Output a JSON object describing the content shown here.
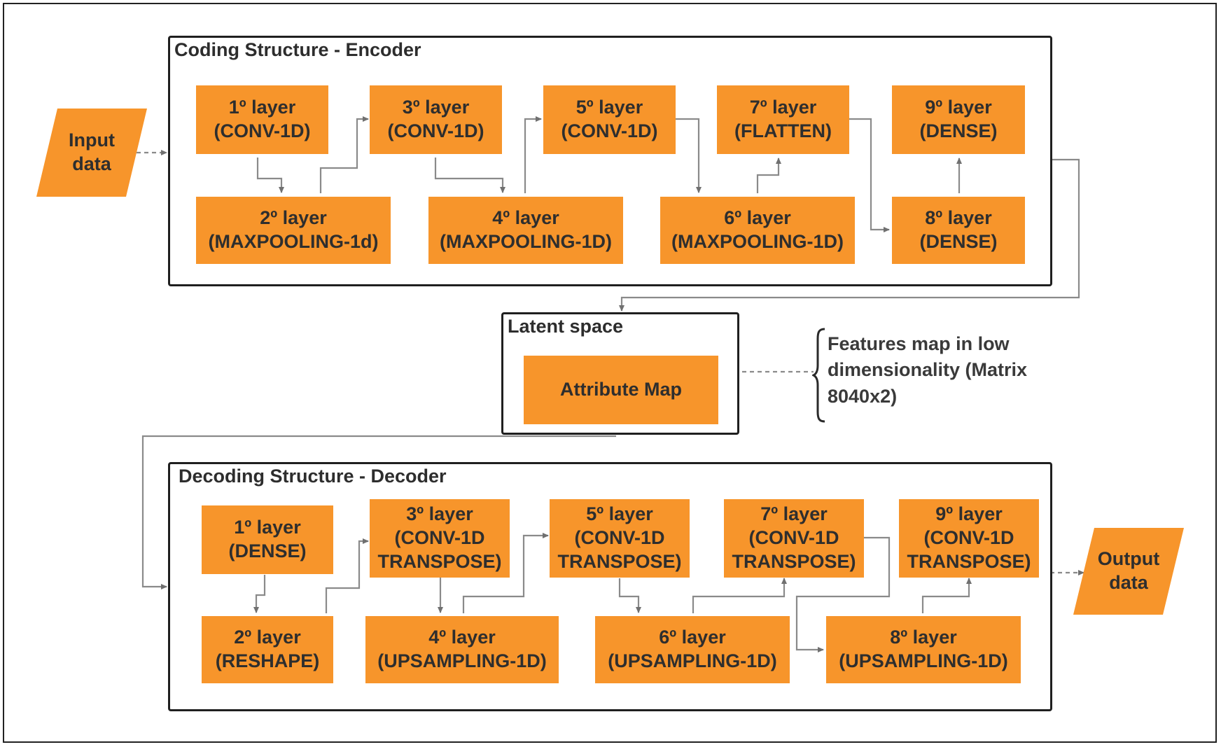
{
  "colors": {
    "layer_fill": "#f7952b",
    "border": "#1f1f1f",
    "connector": "#707070",
    "text": "#2e2e2e"
  },
  "input": {
    "label": "Input\ndata"
  },
  "output": {
    "label": "Output\ndata"
  },
  "encoder": {
    "title": "Coding Structure - Encoder",
    "layers": [
      "1º layer\n(CONV-1D)",
      "2º layer\n(MAXPOOLING-1d)",
      "3º layer\n(CONV-1D)",
      "4º layer\n(MAXPOOLING-1D)",
      "5º layer\n(CONV-1D)",
      "6º layer\n(MAXPOOLING-1D)",
      "7º layer\n(FLATTEN)",
      "8º layer\n(DENSE)",
      "9º layer\n(DENSE)"
    ]
  },
  "latent": {
    "title": "Latent space",
    "attribute_map": "Attribute Map",
    "note": "Features map in low\ndimensionality (Matrix\n8040x2)"
  },
  "decoder": {
    "title": "Decoding Structure - Decoder",
    "layers": [
      "1º layer\n(DENSE)",
      "2º layer\n(RESHAPE)",
      "3º layer\n(CONV-1D\nTRANSPOSE)",
      "4º layer\n(UPSAMPLING-1D)",
      "5º layer\n(CONV-1D\nTRANSPOSE)",
      "6º layer\n(UPSAMPLING-1D)",
      "7º layer\n(CONV-1D\nTRANSPOSE)",
      "8º layer\n(UPSAMPLING-1D)",
      "9º layer\n(CONV-1D\nTRANSPOSE)"
    ]
  }
}
